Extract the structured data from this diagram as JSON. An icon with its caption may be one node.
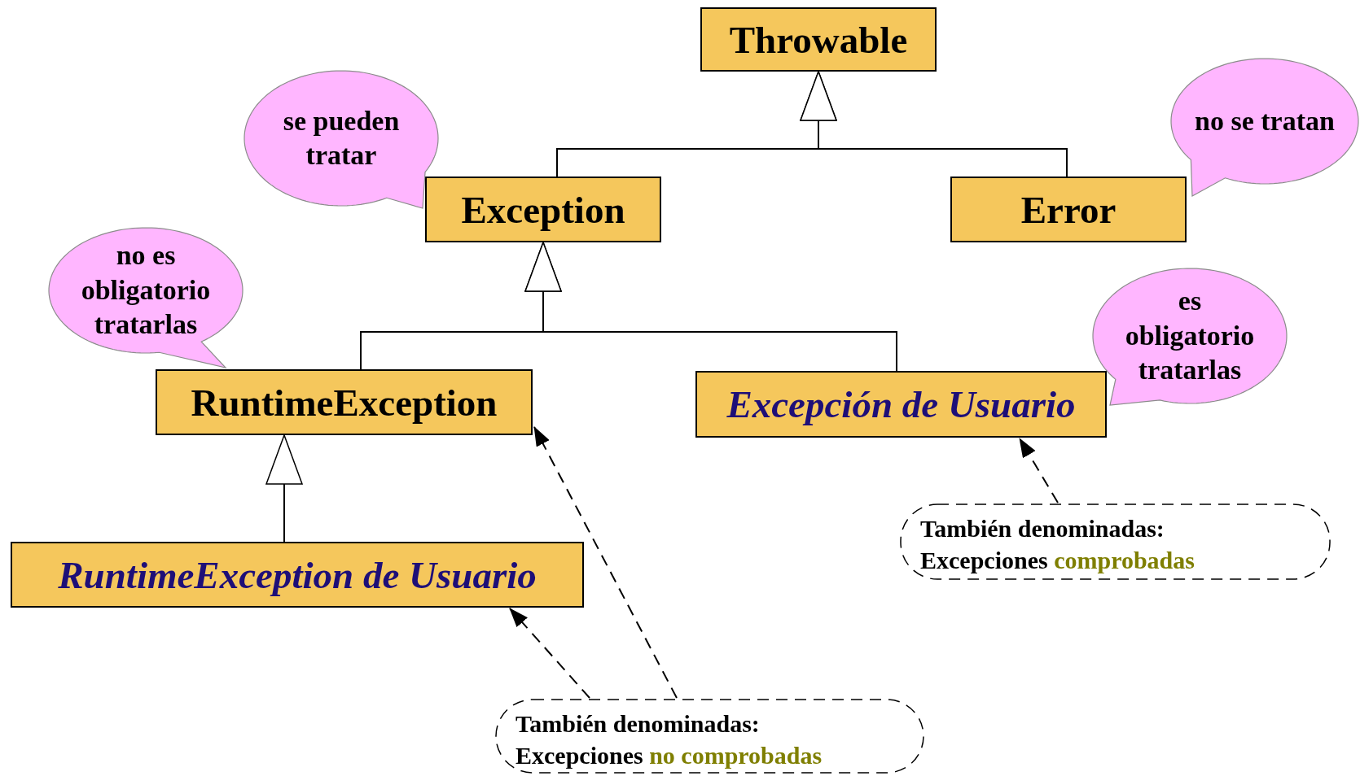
{
  "diagram": {
    "nodes": [
      {
        "text": [
          "Throwable"
        ]
      },
      {
        "text": [
          "Exception"
        ]
      },
      {
        "text": [
          "Error"
        ]
      },
      {
        "text": [
          "RuntimeException"
        ]
      },
      {
        "text": [
          "Excepción de Usuario"
        ]
      },
      {
        "text": [
          "RuntimeException de Usuario"
        ]
      },
      {
        "text": [
          "se pueden tratar"
        ]
      },
      {
        "text": [
          "no se tratan"
        ]
      },
      {
        "text": [
          "no es obligatorio tratarlas"
        ]
      },
      {
        "text": [
          "es obligatorio tratarlas"
        ]
      },
      {
        "text": [
          "También denominadas:",
          "Excepciones",
          "comprobadas"
        ]
      },
      {
        "text": [
          "También denominadas:",
          "Excepciones",
          "no comprobadas"
        ]
      }
    ],
    "edges": [
      {
        "from": 1,
        "to": 0,
        "arrow": "to"
      },
      {
        "from": 2,
        "to": 0,
        "arrow": "to"
      },
      {
        "from": 3,
        "to": 1,
        "arrow": "to"
      },
      {
        "from": 4,
        "to": 1,
        "arrow": "to"
      },
      {
        "from": 5,
        "to": 3,
        "arrow": "to"
      },
      {
        "from": 11,
        "to": 5,
        "arrow": "to",
        "style": "dashed"
      },
      {
        "from": 11,
        "to": 3,
        "arrow": "to",
        "style": "dashed"
      },
      {
        "from": 10,
        "to": 4,
        "arrow": "to",
        "style": "dashed"
      }
    ]
  }
}
